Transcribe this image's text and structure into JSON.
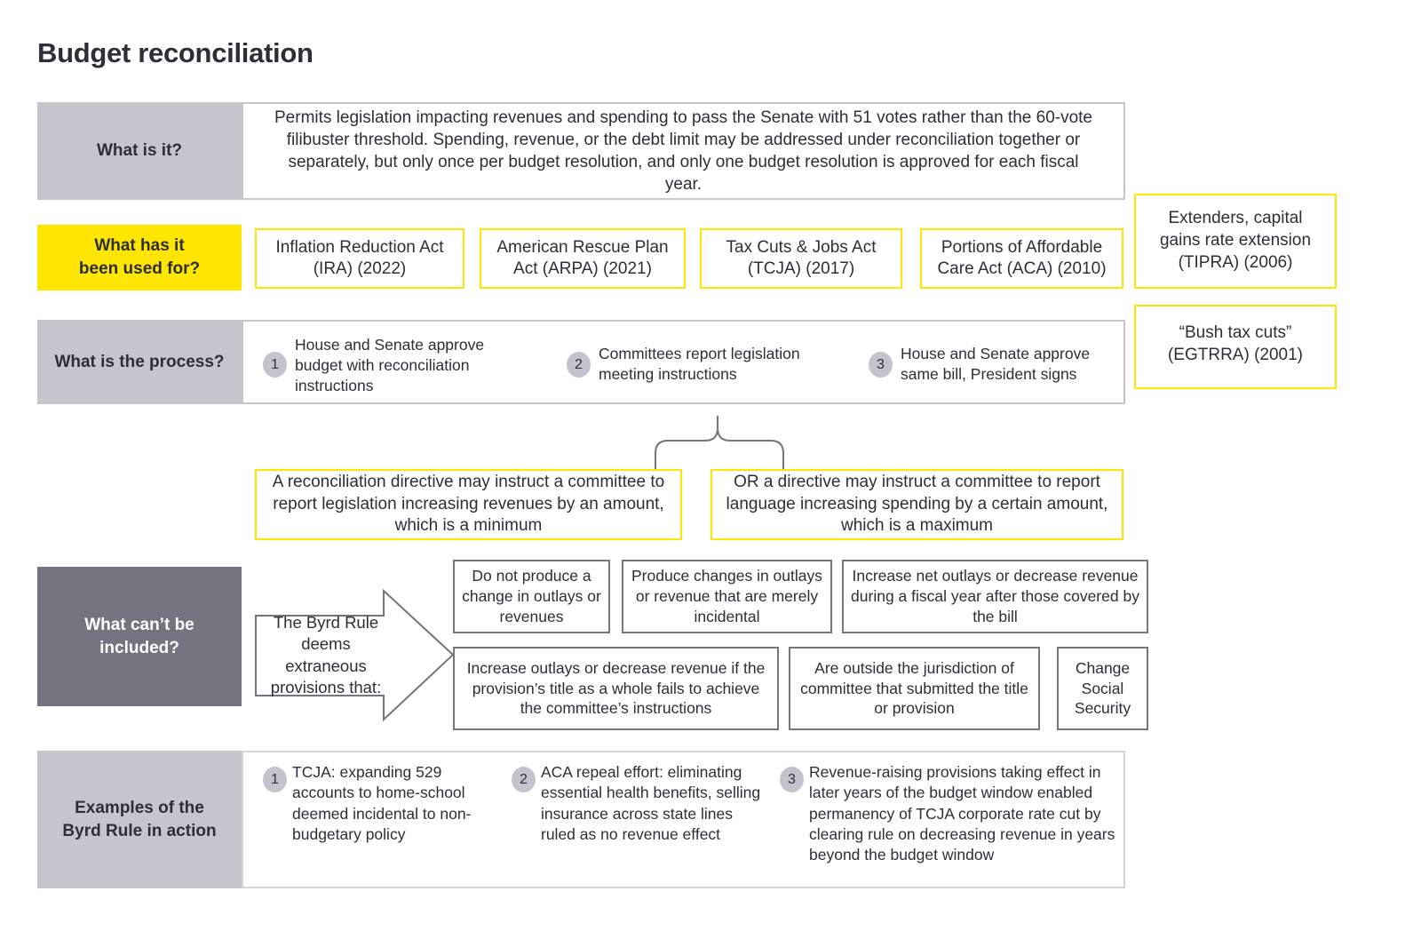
{
  "title": "Budget reconciliation",
  "colors": {
    "accent_yellow": "#ffe600",
    "light_gray": "#c5c5cd",
    "dark_gray": "#747480",
    "text": "#2e2e38"
  },
  "what_is_it": {
    "label": "What is it?",
    "description": "Permits legislation impacting revenues and spending to pass the Senate with 51 votes rather than the 60-vote filibuster threshold. Spending, revenue, or the debt limit may be addressed under reconciliation together or separately, but only once per budget resolution, and only one budget resolution is approved for each fiscal year."
  },
  "used_for": {
    "label": "What has it\nbeen used for?",
    "acts": [
      "Inflation Reduction Act (IRA) (2022)",
      "American Rescue Plan Act (ARPA) (2021)",
      "Tax Cuts & Jobs Act (TCJA) (2017)",
      "Portions of Affordable Care Act (ACA) (2010)"
    ],
    "side_boxes": [
      "Extenders, capital gains rate extension (TIPRA) (2006)",
      "“Bush tax cuts” (EGTRRA) (2001)"
    ]
  },
  "process": {
    "label": "What is the process?",
    "steps": [
      {
        "num": "1",
        "text": "House and Senate approve budget with reconciliation instructions"
      },
      {
        "num": "2",
        "text": "Committees report legislation meeting instructions"
      },
      {
        "num": "3",
        "text": "House and Senate approve same bill, President signs"
      }
    ]
  },
  "directives": [
    "A reconciliation directive may instruct a committee to report legislation increasing revenues by an amount, which is a minimum",
    "OR a directive may instruct a committee to report language increasing spending by a certain amount, which is a maximum"
  ],
  "cant_include": {
    "label": "What can’t be\nincluded?",
    "arrow_text": "The Byrd Rule deems extraneous provisions that:",
    "items": [
      "Do not produce a change in outlays or revenues",
      "Produce changes in outlays or revenue that are merely incidental",
      "Increase net outlays or decrease revenue during a fiscal year after those covered by the bill",
      "Increase outlays or decrease revenue if the provision’s title as a whole fails to achieve the committee’s instructions",
      "Are outside the jurisdiction of committee that submitted the title or provision",
      "Change Social Security"
    ]
  },
  "examples": {
    "label": "Examples of the\nByrd Rule in action",
    "items": [
      {
        "num": "1",
        "text": "TCJA: expanding 529 accounts to home-school deemed incidental to non-budgetary policy"
      },
      {
        "num": "2",
        "text": "ACA repeal effort: eliminating essential health benefits, selling insurance across state lines ruled as no revenue effect"
      },
      {
        "num": "3",
        "text": "Revenue-raising provisions taking effect in later years of the budget window enabled permanency of TCJA corporate rate cut by clearing rule on decreasing revenue in years beyond the budget window"
      }
    ]
  }
}
